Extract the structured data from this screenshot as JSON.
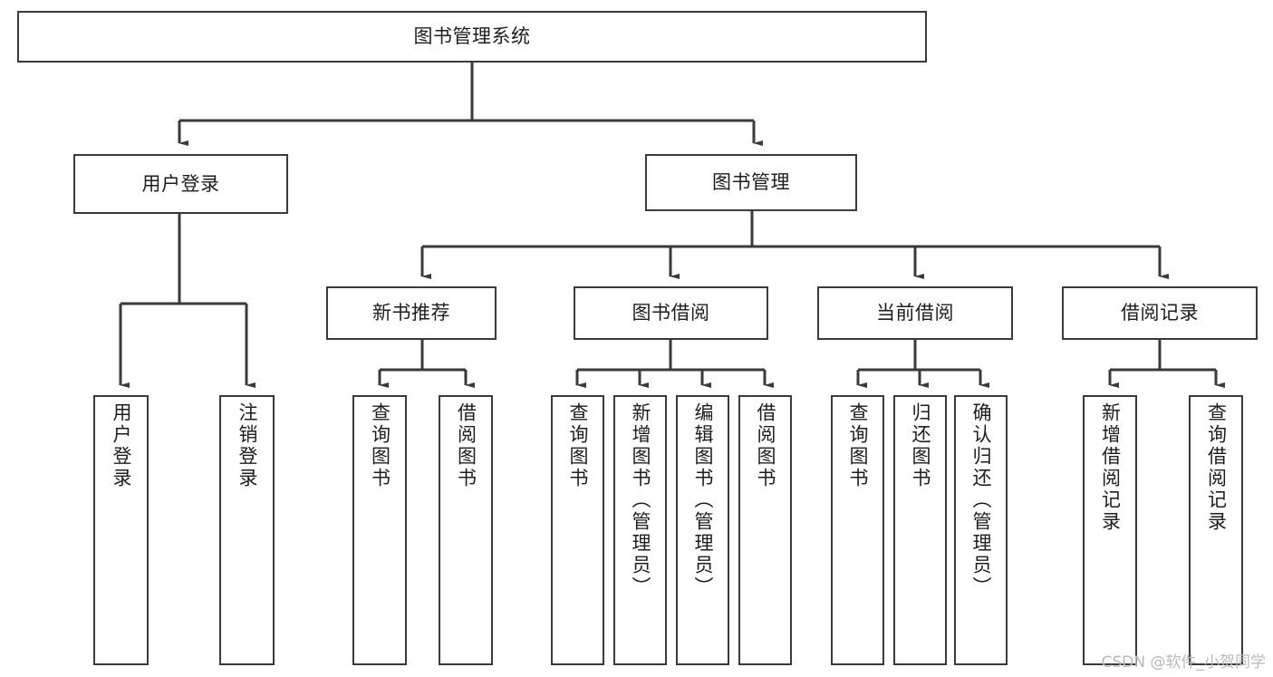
{
  "diagram": {
    "type": "tree-hierarchy-chart",
    "title": "图书管理系统",
    "watermark": "CSDN @软件_小贺同学",
    "colors": {
      "box_border": "#3a3a3a",
      "box_fill": "#ffffff",
      "connector": "#3a3a3a",
      "text": "#1d1d1d",
      "watermark": "#b9b9b9",
      "background": "#ffffff"
    },
    "root": {
      "label": "图书管理系统"
    },
    "level2": [
      {
        "id": "user-login",
        "label": "用户登录"
      },
      {
        "id": "book-manage",
        "label": "图书管理"
      }
    ],
    "level3": [
      {
        "id": "new-book-recommend",
        "label": "新书推荐"
      },
      {
        "id": "book-borrow",
        "label": "图书借阅"
      },
      {
        "id": "current-borrow",
        "label": "当前借阅"
      },
      {
        "id": "borrow-record",
        "label": "借阅记录"
      }
    ],
    "leaves": {
      "user_login": [
        {
          "id": "leaf-user-login",
          "label": "用户登录"
        },
        {
          "id": "leaf-logout-login",
          "label": "注销登录"
        }
      ],
      "new_book_recommend": [
        {
          "id": "leaf-query-book-1",
          "label": "查询图书"
        },
        {
          "id": "leaf-borrow-book-1",
          "label": "借阅图书"
        }
      ],
      "book_borrow": [
        {
          "id": "leaf-query-book-2",
          "label": "查询图书"
        },
        {
          "id": "leaf-add-book",
          "label": "新增图书（管理员）"
        },
        {
          "id": "leaf-edit-book",
          "label": "编辑图书（管理员）"
        },
        {
          "id": "leaf-borrow-book-2",
          "label": "借阅图书"
        }
      ],
      "current_borrow": [
        {
          "id": "leaf-query-book-3",
          "label": "查询图书"
        },
        {
          "id": "leaf-return-book",
          "label": "归还图书"
        },
        {
          "id": "leaf-confirm-return",
          "label": "确认归还（管理员）"
        }
      ],
      "borrow_record": [
        {
          "id": "leaf-add-record",
          "label": "新增借阅记录"
        },
        {
          "id": "leaf-query-record",
          "label": "查询借阅记录"
        }
      ]
    }
  }
}
